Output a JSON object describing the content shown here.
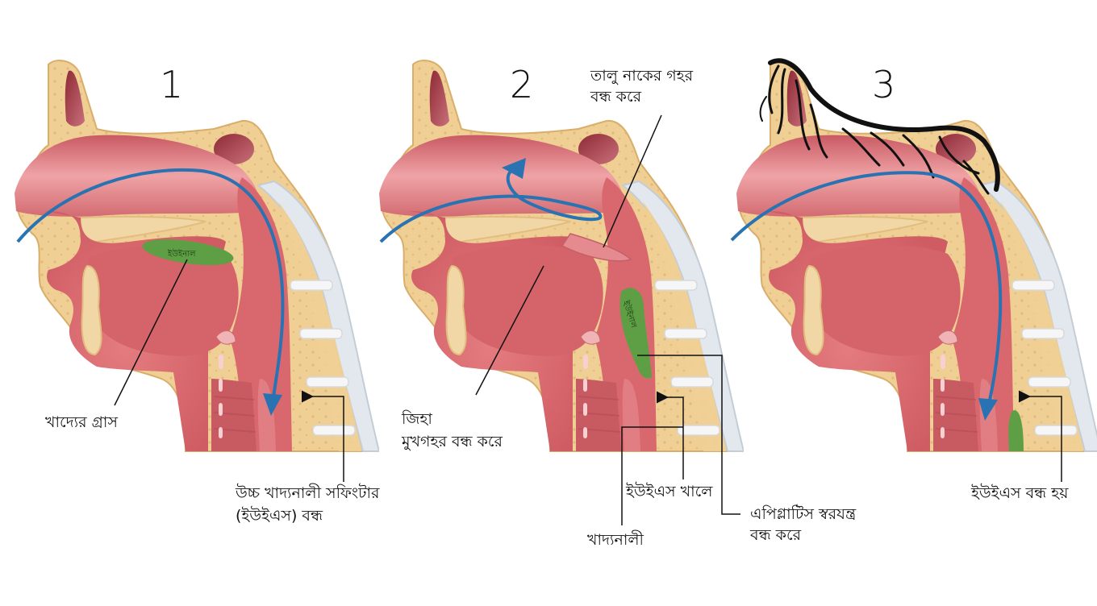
{
  "figure": {
    "type": "anatomical-sequence",
    "panels": [
      {
        "number": "1",
        "bolus_text": "ইউইনাল"
      },
      {
        "number": "2",
        "bolus_text": "ইউইনাল"
      },
      {
        "number": "3"
      }
    ]
  },
  "labels": {
    "food_bolus": "খাদ্যের গ্রাস",
    "ues_closed_line1": "উচ্চ খাদ্যনালী সফিংটার",
    "ues_closed_line2": "(ইউইএস) বন্ধ",
    "palate_line1": "তালু নাকের গহর",
    "palate_line2": "বন্ধ করে",
    "tongue_line1": "জিহা",
    "tongue_line2": "মুখগহর বন্ধ করে",
    "ues_open": "ইউইএস খালে",
    "epiglottis_line1": "এপিগ্লাটিস স্বরযন্ত্র",
    "epiglottis_line2": "বন্ধ করে",
    "esophagus": "খাদ্যনালী",
    "ues_closes": "ইউইএস বন্ধ হয়"
  },
  "colors": {
    "bone": "#EFCF94",
    "bone_edge": "#D9AE6A",
    "tissue": "#D9686E",
    "tissue_light": "#EC9A9B",
    "tissue_dark": "#A83A45",
    "arrow": "#2A73B2",
    "bolus": "#5E9E45",
    "disc": "#F4F4F4",
    "hair": "#111111",
    "leader": "#111111"
  }
}
